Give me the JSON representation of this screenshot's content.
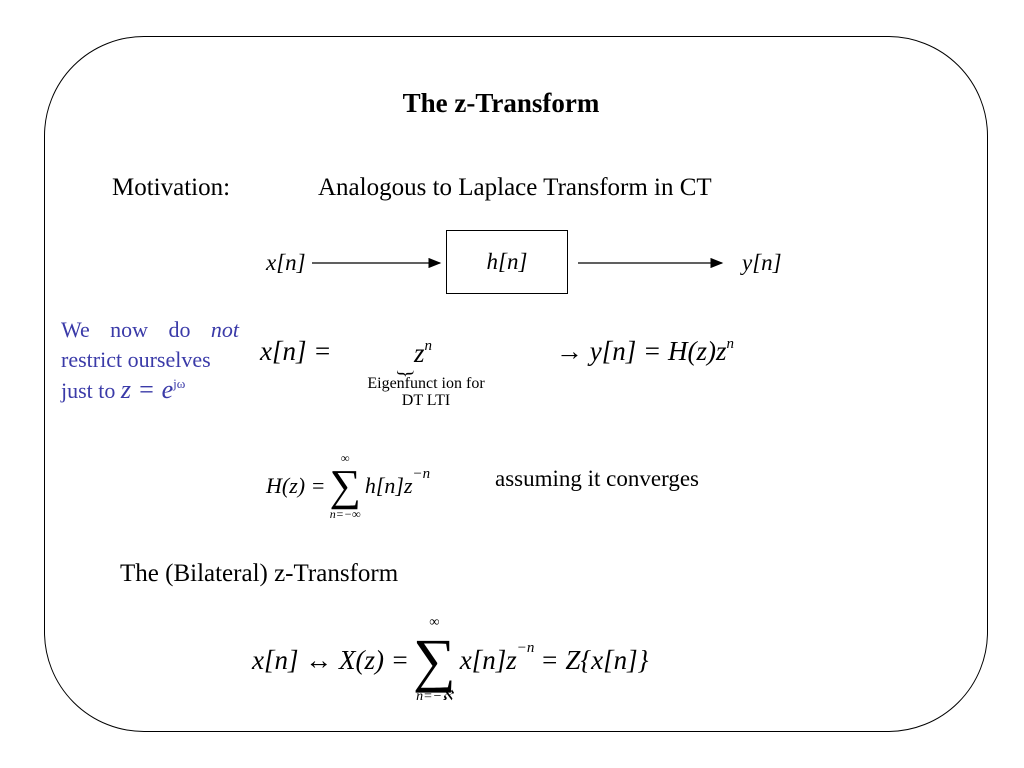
{
  "slide": {
    "title": "The z-Transform",
    "motivation_label": "Motivation:",
    "motivation_text": "Analogous to Laplace Transform in CT",
    "system": {
      "input": "x[n]",
      "impulse_response": "h[n]",
      "output": "y[n]"
    },
    "side_note": {
      "line1_words": [
        "We",
        "now",
        "do",
        "not"
      ],
      "line2": "restrict ourselves",
      "line3_prefix": "just to",
      "z_equals_e": "z = e",
      "exponent": "jω"
    },
    "eq1": {
      "lhs": "x[n] =",
      "z": "z",
      "z_power": "n",
      "eigen_label": "Eigenfunct ion for DT LTI",
      "rhs_prefix": "→ y[n] = H(z)z",
      "rhs_power": "n"
    },
    "eq2": {
      "lhs": "H(z) =",
      "sum_upper": "∞",
      "sum_lower": "n=−∞",
      "body": "h[n]z",
      "body_power": "−n",
      "note": "assuming it converges"
    },
    "subheading": "The (Bilateral) z-Transform",
    "eq3": {
      "lhs": "x[n] ↔ X(z) =",
      "sum_upper": "∞",
      "sum_lower": "n=−ℵ",
      "body": "x[n]z",
      "body_power": "−n",
      "rhs": "= Z{x[n]}"
    }
  }
}
